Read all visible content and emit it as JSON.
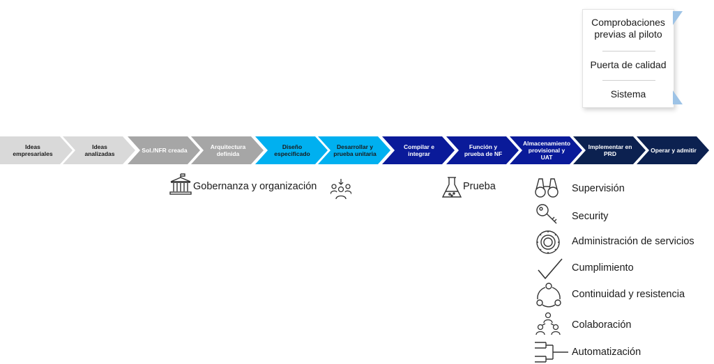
{
  "callout": {
    "items": [
      "Comprobaciones previas al piloto",
      "Puerta de calidad",
      "Sistema"
    ]
  },
  "stages": [
    {
      "label": "Ideas empresariales",
      "fill": "#d9d9d9",
      "text_color": "#1a1a1a"
    },
    {
      "label": "Ideas analizadas",
      "fill": "#d9d9d9",
      "text_color": "#1a1a1a"
    },
    {
      "label": "Sol./NFR creada",
      "fill": "#a6a6a6",
      "text_color": "#ffffff"
    },
    {
      "label": "Arquitectura definida",
      "fill": "#a6a6a6",
      "text_color": "#ffffff"
    },
    {
      "label": "Diseño especificado",
      "fill": "#00b0f0",
      "text_color": "#1a1a1a"
    },
    {
      "label": "Desarrollar y prueba unitaria",
      "fill": "#00b0f0",
      "text_color": "#1a1a1a"
    },
    {
      "label": "Compilar e integrar",
      "fill": "#0a1a99",
      "text_color": "#ffffff"
    },
    {
      "label": "Función y prueba de NF",
      "fill": "#0a1a99",
      "text_color": "#ffffff"
    },
    {
      "label": "Almacenamiento provisional y UAT",
      "fill": "#0a1a99",
      "text_color": "#ffffff"
    },
    {
      "label": "Implementar en PRD",
      "fill": "#0c2150",
      "text_color": "#ffffff"
    },
    {
      "label": "Operar y admitir",
      "fill": "#0c2150",
      "text_color": "#ffffff"
    }
  ],
  "governance": {
    "label": "Gobernanza y organización",
    "icon": "bank-building-icon",
    "people_icon": "people-group-icon"
  },
  "test": {
    "label": "Prueba",
    "icon": "flask-icon"
  },
  "operations": [
    {
      "label": "Supervisión",
      "icon": "binoculars-icon"
    },
    {
      "label": "Security",
      "icon": "key-icon"
    },
    {
      "label": "Administración de servicios",
      "icon": "service-wheel-icon"
    },
    {
      "label": "Cumplimiento",
      "icon": "checkmark-icon"
    },
    {
      "label": "Continuidad y resistencia",
      "icon": "cycle-nodes-icon"
    },
    {
      "label": "Colaboración",
      "icon": "collaboration-people-icon"
    },
    {
      "label": "Automatización",
      "icon": "automation-bracket-icon"
    }
  ]
}
